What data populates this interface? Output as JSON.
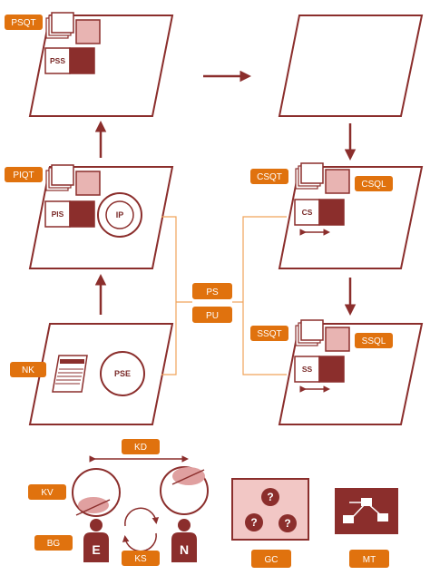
{
  "colors": {
    "dark_red": "#8b2e2c",
    "light_red": "#e8b4b2",
    "orange_tag": "#e0720e",
    "orange_line": "#f0a35a",
    "pink_board": "#f2c7c5"
  },
  "tags": {
    "psqt": "PSQT",
    "piqt": "PIQT",
    "nk": "NK",
    "csqt": "CSQT",
    "csql": "CSQL",
    "ssqt": "SSQT",
    "ssql": "SSQL",
    "ps": "PS",
    "pu": "PU",
    "kd": "KD",
    "kv": "KV",
    "bg": "BG",
    "ks": "KS",
    "gc": "GC",
    "mt": "MT"
  },
  "panels": {
    "top_left_box": "PSS",
    "mid_left_box": "PIS",
    "mid_left_circle": "IP",
    "bottom_left_circle": "PSE",
    "right_mid_box": "CS",
    "right_bottom_box": "SS"
  },
  "people": {
    "left": "E",
    "right": "N"
  },
  "question_mark": "?",
  "icons": {
    "document": "document-icon",
    "network": "network-diagram-icon",
    "cycle": "cycle-arrows-icon"
  }
}
